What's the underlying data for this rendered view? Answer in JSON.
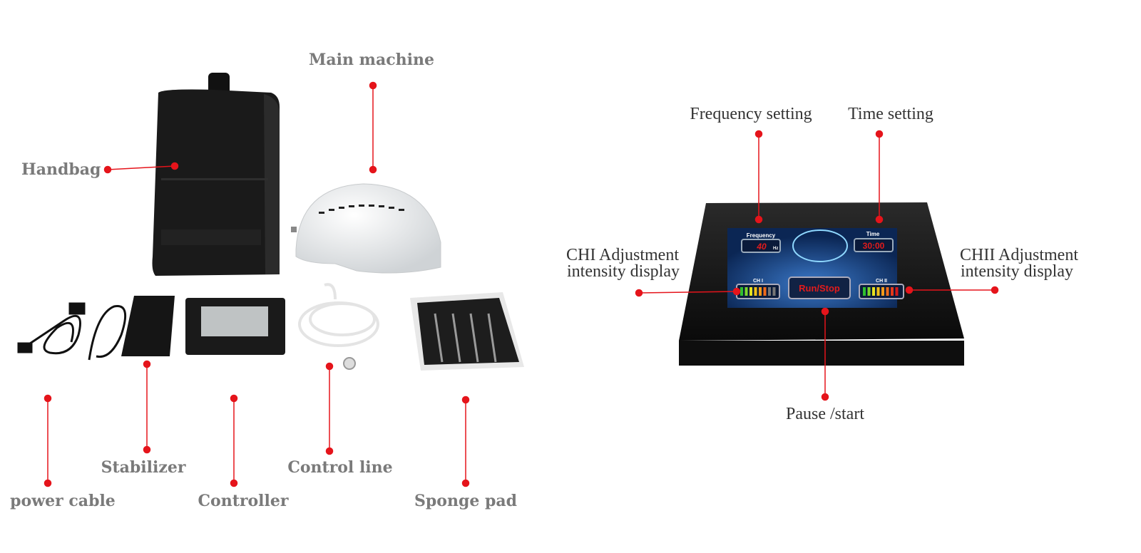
{
  "colors": {
    "callout_dot": "#e5141b",
    "label_left": "#7a7a7a",
    "label_right": "#333333",
    "screen_bg": "#0d2a5c",
    "digits": "#e21b1b"
  },
  "left_panel": {
    "labels": {
      "main_machine": "Main machine",
      "handbag": "Handbag",
      "power_cable": "power cable",
      "stabilizer": "Stabilizer",
      "controller": "Controller",
      "control_line": "Control line",
      "sponge_pad": "Sponge pad"
    }
  },
  "right_panel": {
    "labels": {
      "frequency_setting": "Frequency setting",
      "time_setting": "Time setting",
      "chi_line1": "CHI Adjustment",
      "chi_line2": "intensity display",
      "chii_line1": "CHII Adjustment",
      "chii_line2": "intensity display",
      "pause_start": "Pause /start"
    },
    "screen": {
      "frequency_label": "Frequency",
      "frequency_value": "40",
      "frequency_unit": "Hz",
      "time_label": "Time",
      "time_value": "30:00",
      "ch1_label": "CH I",
      "ch2_label": "CH II",
      "run_stop": "Run/Stop",
      "ch1_level": 0.75,
      "ch2_level": 1.0
    }
  }
}
